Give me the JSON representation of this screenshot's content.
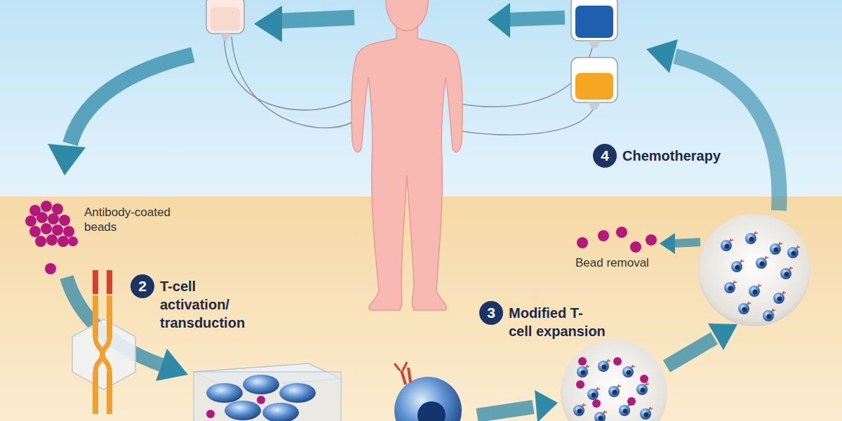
{
  "diagram": {
    "nodes": [
      {
        "text": [
          "2",
          "T-cell activation/ transduction"
        ]
      },
      {
        "text": [
          "3",
          "Modified T-cell expansion"
        ]
      },
      {
        "text": [
          "4",
          "Chemotherapy"
        ]
      }
    ],
    "labels": [
      "Antibody-coated beads",
      "Bead removal"
    ]
  }
}
